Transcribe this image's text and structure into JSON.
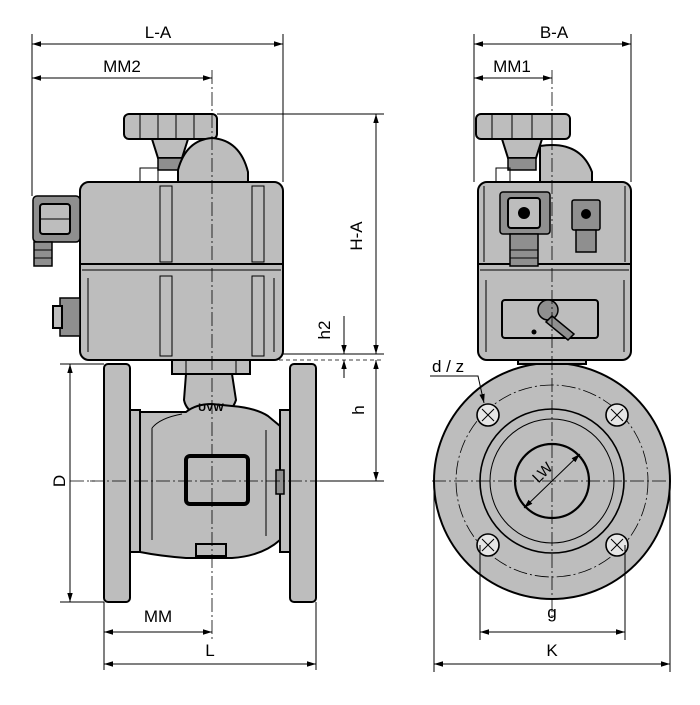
{
  "dimensions": {
    "la": "L-A",
    "mm2": "MM2",
    "ba": "B-A",
    "mm1": "MM1",
    "ha": "H-A",
    "h2": "h2",
    "h": "h",
    "d_upper": "D",
    "mm": "MM",
    "l": "L",
    "dz": "d / z",
    "lw": "LW",
    "g": "g",
    "k": "K"
  },
  "markings": {
    "brand": "UVW"
  },
  "colors": {
    "body": "#bdbdbd",
    "dark": "#8f8f8f",
    "line": "#000000"
  }
}
